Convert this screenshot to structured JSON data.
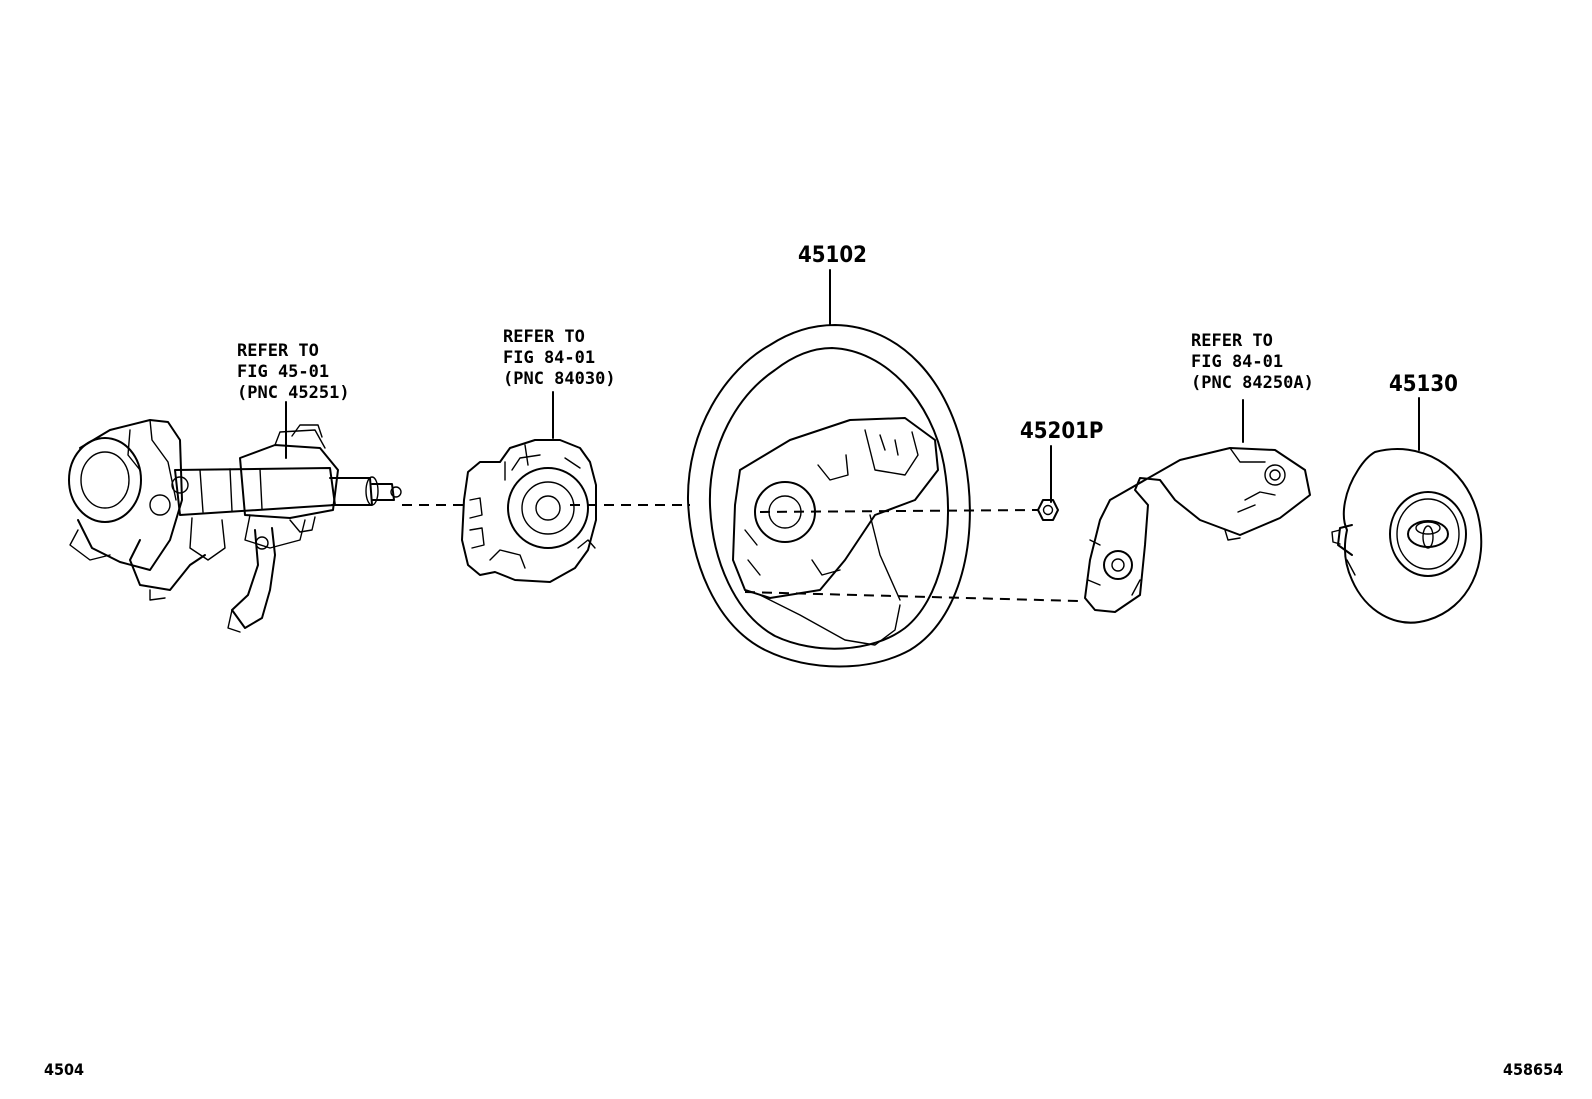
{
  "callouts": {
    "column_ref": [
      "REFER TO",
      "FIG 45-01",
      "(PNC 45251)"
    ],
    "spiral_ref": [
      "REFER TO",
      "FIG 84-01",
      "(PNC 84030)"
    ],
    "switch_ref": [
      "REFER TO",
      "FIG 84-01",
      "(PNC 84250A)"
    ]
  },
  "parts": {
    "wheel": "45102",
    "nut": "45201P",
    "pad": "45130"
  },
  "footer": {
    "left": "4504",
    "right": "458654"
  },
  "colors": {
    "line": "#000000",
    "background": "#ffffff"
  }
}
